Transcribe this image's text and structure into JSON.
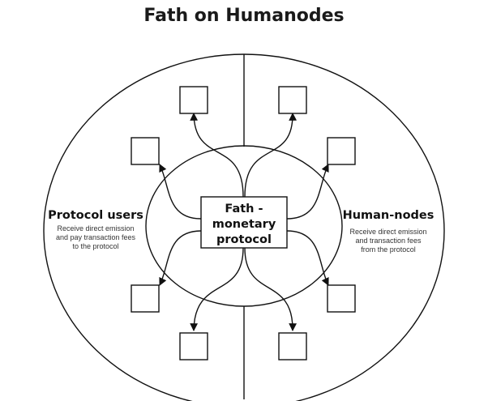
{
  "title": "Fath on Humanodes",
  "center": {
    "lines": [
      "Fath -",
      "monetary",
      "protocol"
    ]
  },
  "left": {
    "title": "Protocol users",
    "description": [
      "Receive direct emission",
      "and pay transaction fees",
      "to the protocol"
    ]
  },
  "right": {
    "title": "Human-nodes",
    "description": [
      "Receive direct emission",
      "and transaction fees",
      "from the protocol"
    ]
  }
}
